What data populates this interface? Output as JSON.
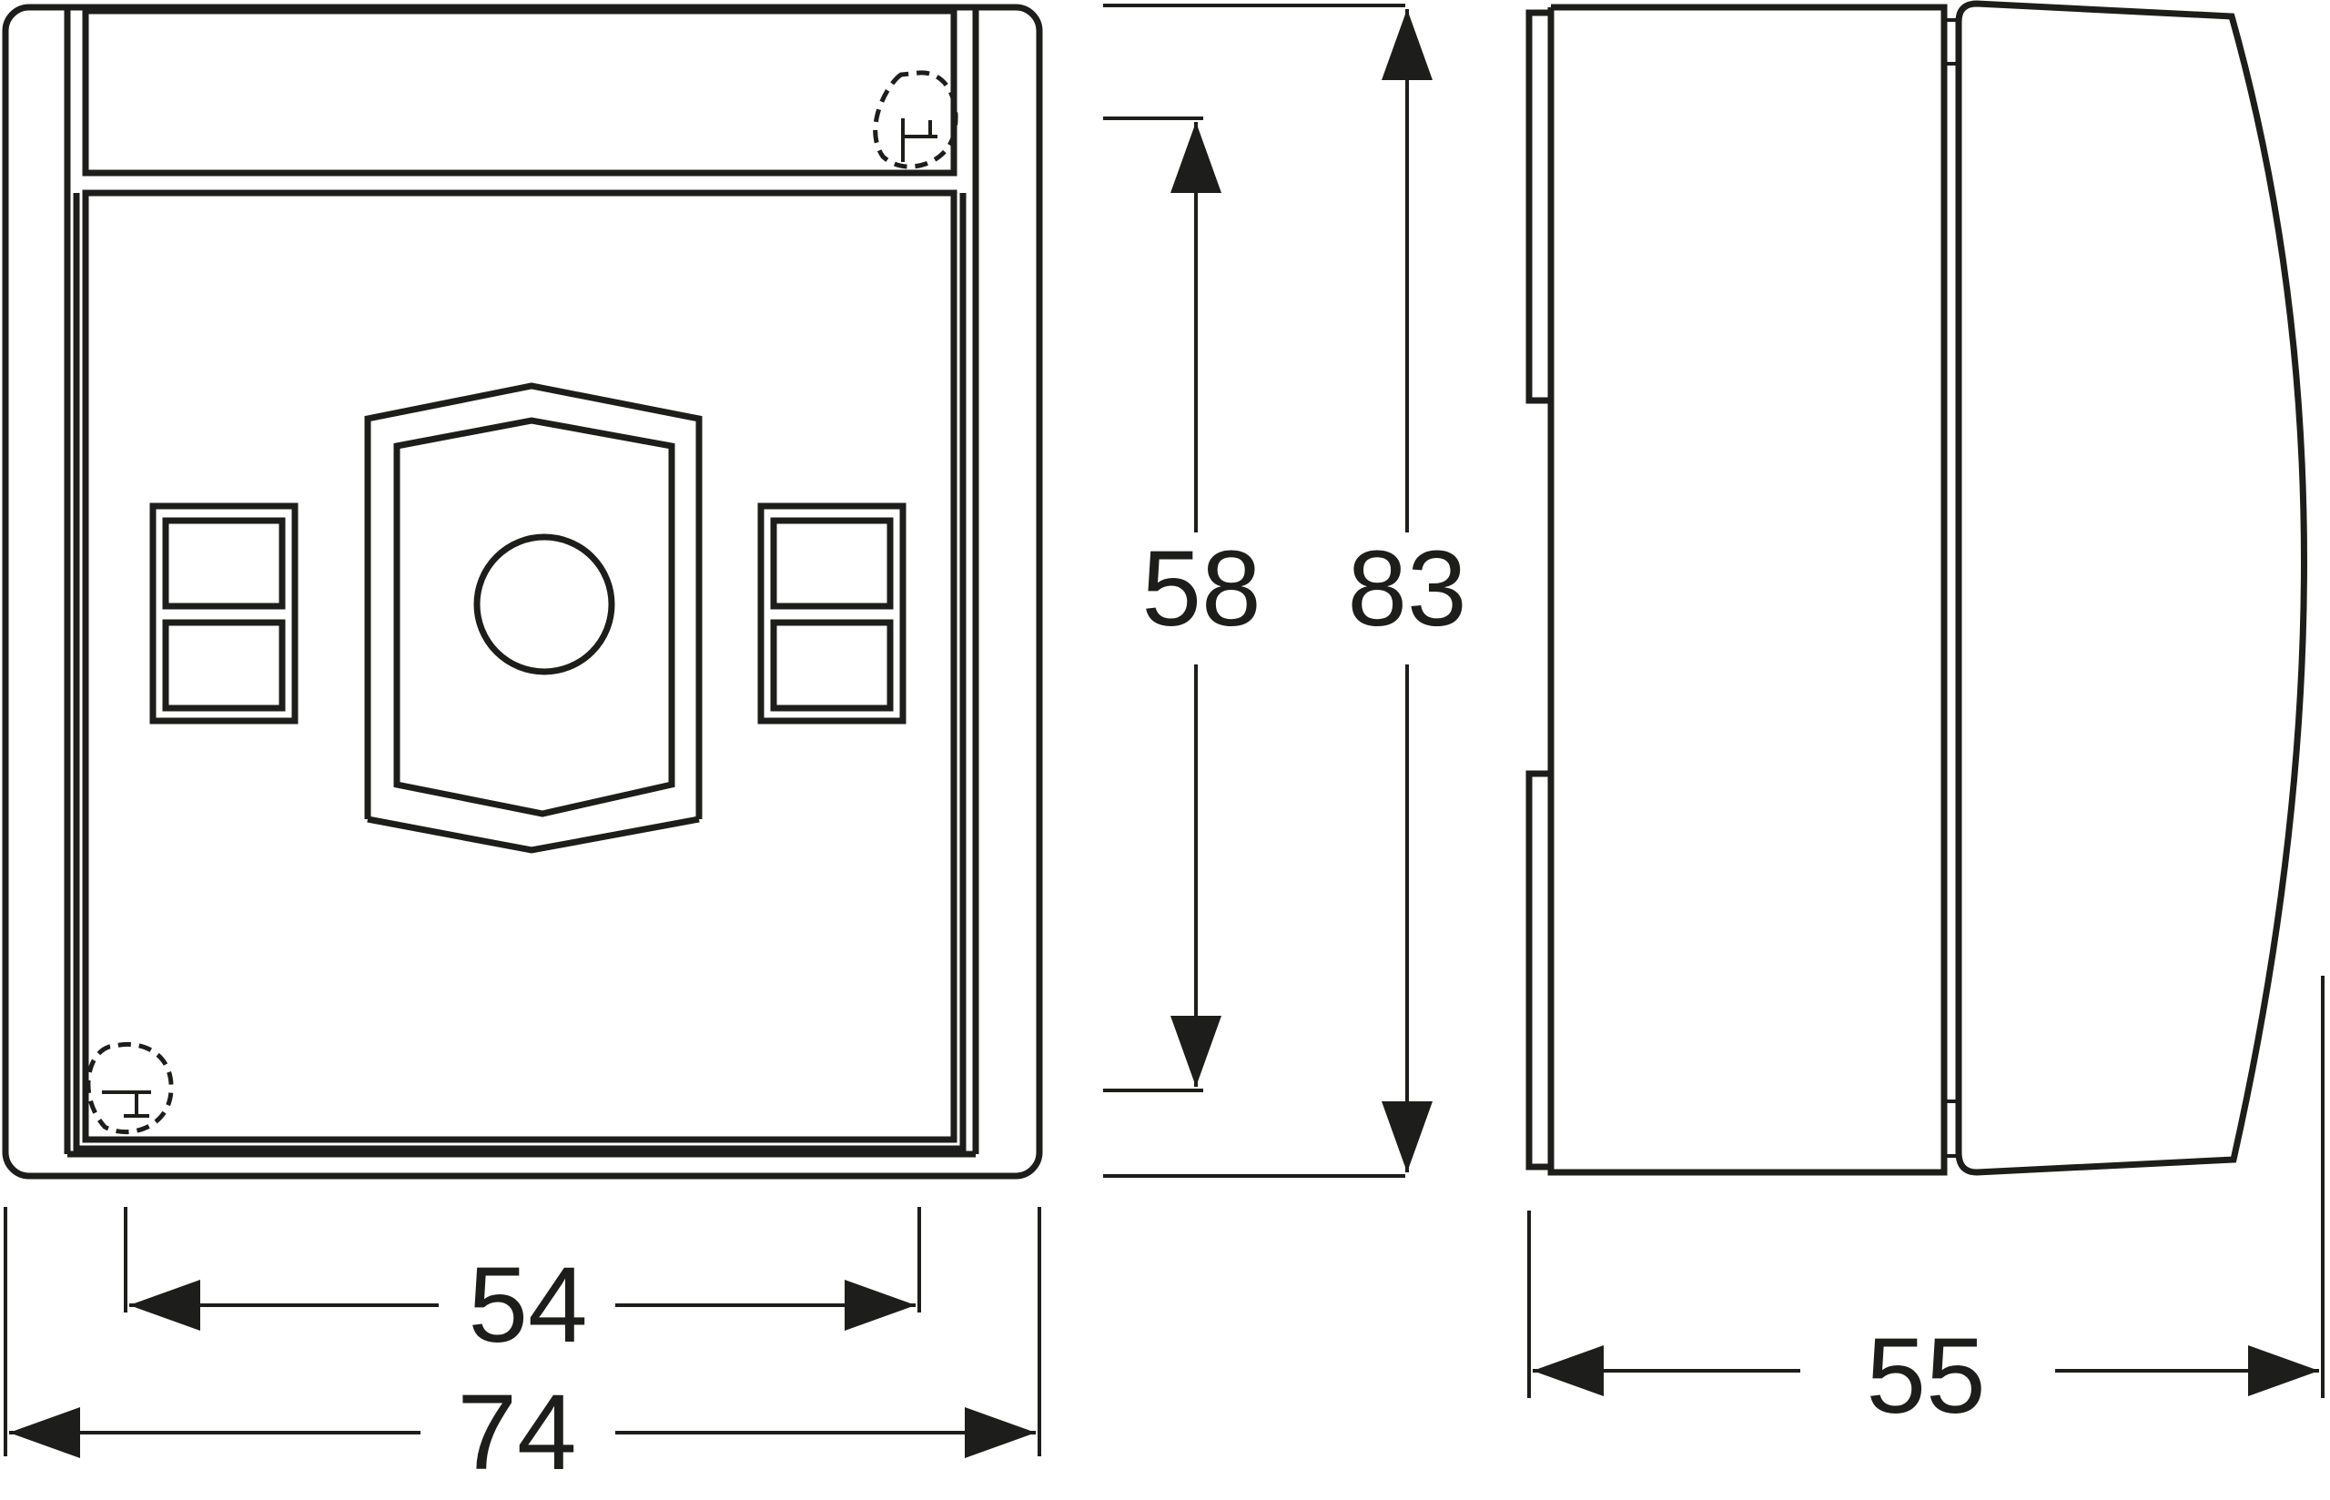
{
  "dimensions": {
    "inner_width": "54",
    "outer_width": "74",
    "inner_height": "58",
    "outer_height": "83",
    "depth": "55"
  }
}
